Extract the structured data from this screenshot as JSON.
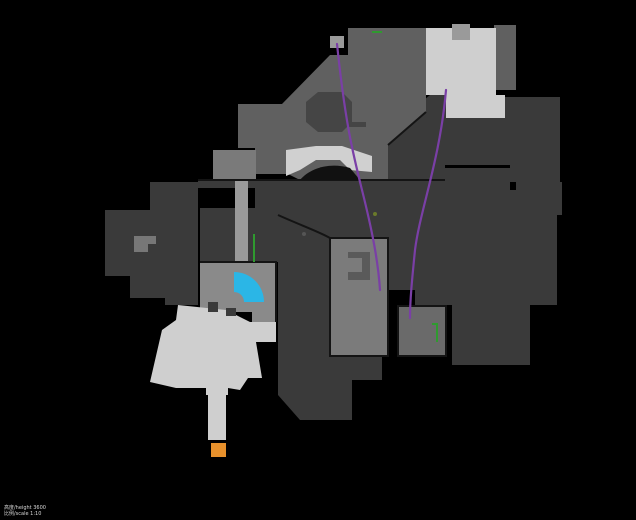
{
  "map": {
    "background_color": "#000000",
    "colors": {
      "floor_dark": "#3a3a3a",
      "floor_mid": "#5e5e5e",
      "floor_light": "#8a8a8a",
      "floor_pale": "#cfcfcf",
      "wall": "#111111",
      "route": "#7a3fa6",
      "objective_zone": "#2bb6e6",
      "spawn_marker": "#e8912c",
      "green_marker": "#2f9a2f"
    },
    "icons": [
      "objective-zone-icon",
      "spawn-marker-icon",
      "route-path",
      "green-marker-icon"
    ]
  },
  "legend": {
    "height_line": "高度/height 3600",
    "scale_line": "比例/scale 1:10"
  }
}
